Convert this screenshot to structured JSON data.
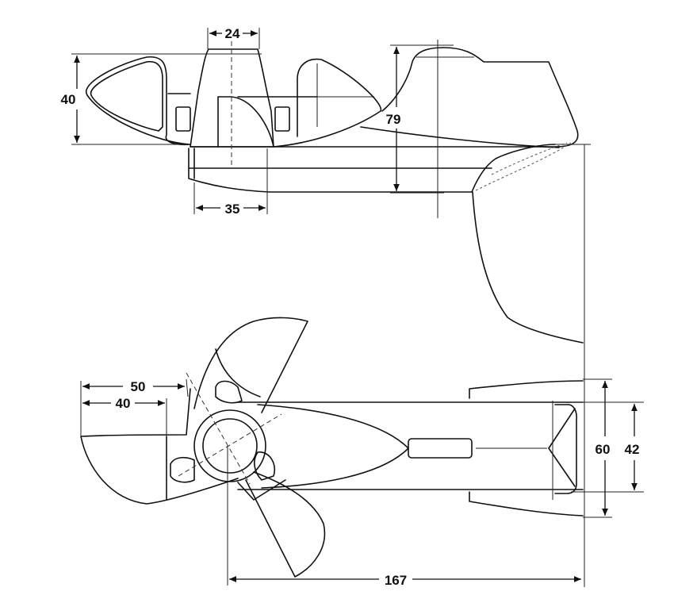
{
  "drawing": {
    "title": "Propeller drive dimensional drawing",
    "dimensions": {
      "top_width": "24",
      "top_height_left": "40",
      "overall_height": "79",
      "lower_width": "35",
      "blade_outer": "50",
      "blade_inner": "40",
      "fin_span": "60",
      "body_width": "42",
      "overall_length": "167"
    },
    "colors": {
      "line": "#111111",
      "background": "#ffffff"
    }
  }
}
